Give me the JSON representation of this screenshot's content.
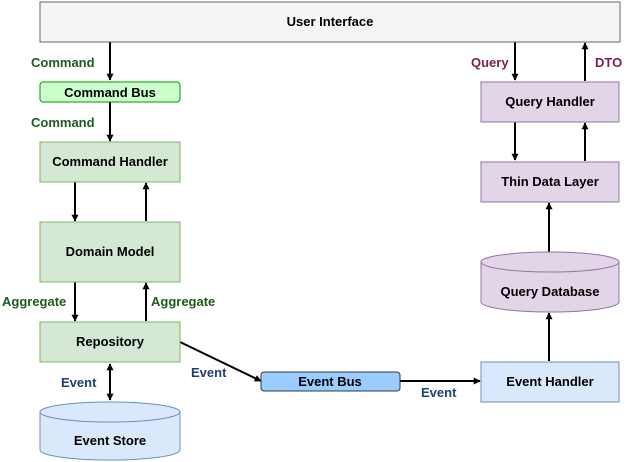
{
  "colors": {
    "ui_fill": "#f5f5f5",
    "ui_stroke": "#666666",
    "green_fill": "#d5e8d4",
    "green_stroke": "#82b366",
    "green_bright_fill": "#ccffcc",
    "green_bright_stroke": "#009900",
    "purple_fill": "#e1d5e7",
    "purple_stroke": "#9673a6",
    "blue_fill": "#dae8fc",
    "blue_stroke": "#6c8ebf",
    "bus_fill": "#99ccff",
    "bus_stroke": "#36393d",
    "label_green": "#1e5a1e",
    "label_purple": "#7a1f4f",
    "label_blue": "#1f3f6f"
  },
  "nodes": {
    "user_interface": "User Interface",
    "command_bus": "Command Bus",
    "command_handler": "Command Handler",
    "domain_model": "Domain Model",
    "repository": "Repository",
    "event_store": "Event Store",
    "event_bus": "Event Bus",
    "event_handler": "Event Handler",
    "query_database": "Query Database",
    "thin_data_layer": "Thin Data Layer",
    "query_handler": "Query Handler"
  },
  "edge_labels": {
    "command_top": "Command",
    "command_mid": "Command",
    "aggregate_left": "Aggregate",
    "aggregate_right": "Aggregate",
    "event_repo_store": "Event",
    "event_repo_bus": "Event",
    "event_bus_handler": "Event",
    "query": "Query",
    "dto": "DTO"
  }
}
